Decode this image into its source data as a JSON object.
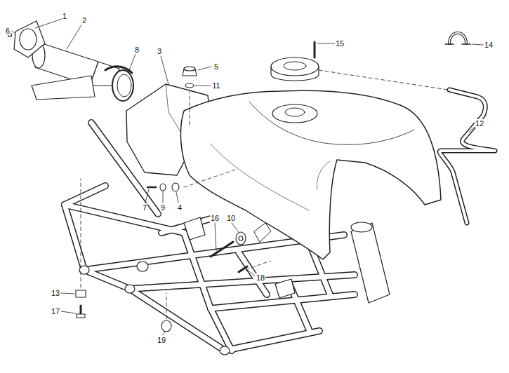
{
  "diagram": {
    "labels": [
      "6",
      "1",
      "2",
      "8",
      "3",
      "5",
      "11",
      "15",
      "14",
      "12",
      "7",
      "9",
      "4",
      "16",
      "10",
      "18",
      "13",
      "17",
      "19"
    ]
  }
}
